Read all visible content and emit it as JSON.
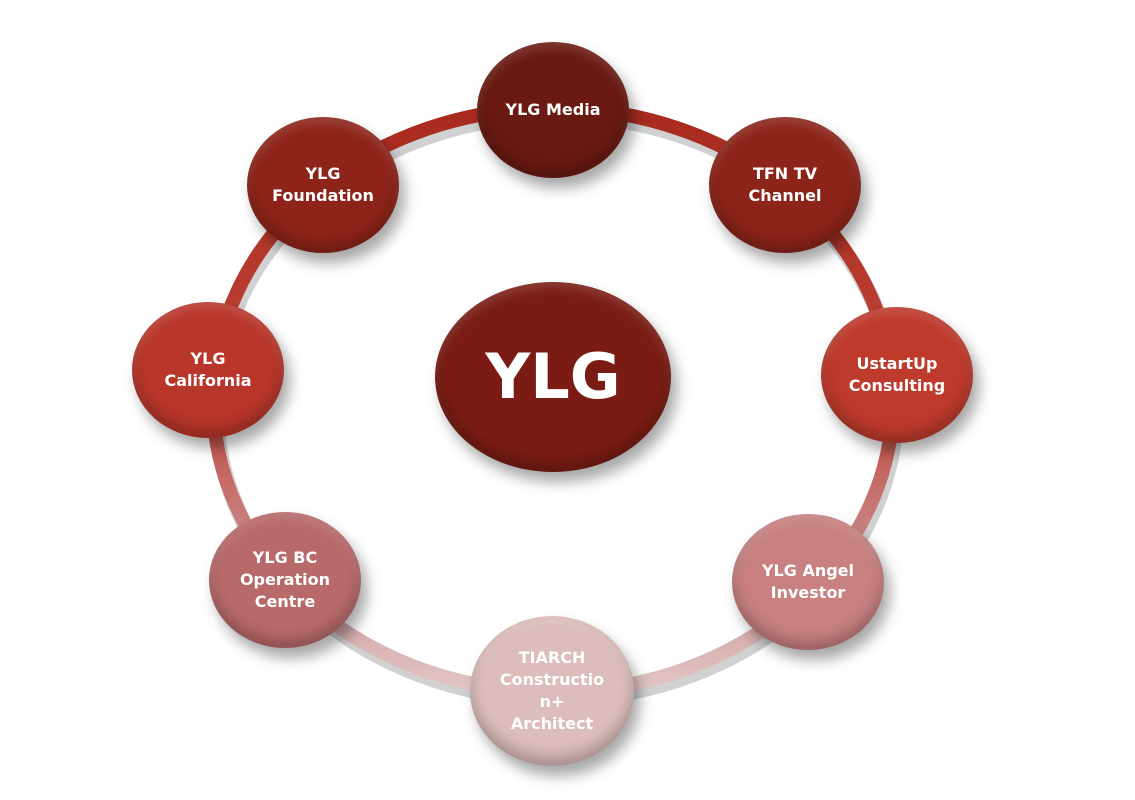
{
  "center": {
    "label": "YLG",
    "color": "#7a1c14"
  },
  "nodes": [
    {
      "label": "YLG Media",
      "color": "#6a1a12"
    },
    {
      "label": "TFN TV\nChannel",
      "color": "#8c2419"
    },
    {
      "label": "UstartUp\nConsulting",
      "color": "#be3a2c"
    },
    {
      "label": "YLG Angel\nInvestor",
      "color": "#c88080"
    },
    {
      "label": "TIARCH\nConstructio\nn+\nArchitect",
      "color": "#dcbcbc"
    },
    {
      "label": "YLG BC\nOperation\nCentre",
      "color": "#b86a6a"
    },
    {
      "label": "YLG\nCalifornia",
      "color": "#b9362a"
    },
    {
      "label": "YLG\nFoundation",
      "color": "#8e2419"
    }
  ]
}
